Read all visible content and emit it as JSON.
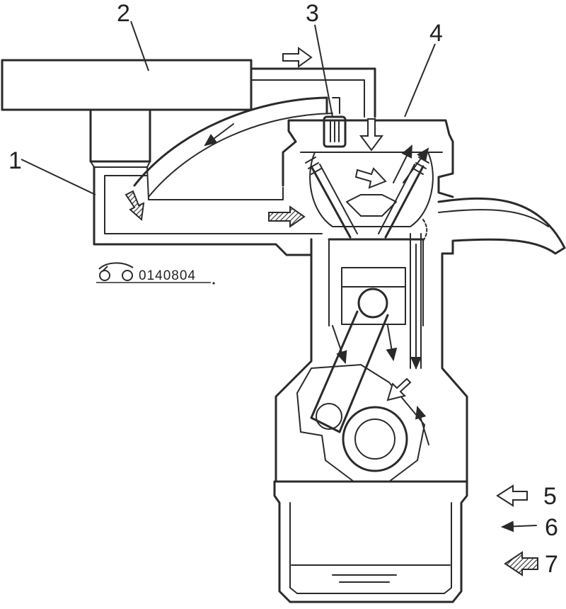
{
  "diagram": {
    "callouts": [
      {
        "id": "1",
        "label": "1"
      },
      {
        "id": "2",
        "label": "2"
      },
      {
        "id": "3",
        "label": "3"
      },
      {
        "id": "4",
        "label": "4"
      },
      {
        "id": "5",
        "label": "5"
      },
      {
        "id": "6",
        "label": "6"
      },
      {
        "id": "7",
        "label": "7"
      }
    ],
    "drawing_code": "0140804",
    "legend": [
      {
        "number": "5",
        "arrow_style": "hollow-outline-arrow"
      },
      {
        "number": "6",
        "arrow_style": "thin-line-arrow"
      },
      {
        "number": "7",
        "arrow_style": "hatched-arrow"
      }
    ],
    "colors": {
      "line": "#2a2a2a",
      "background": "#ffffff"
    }
  }
}
